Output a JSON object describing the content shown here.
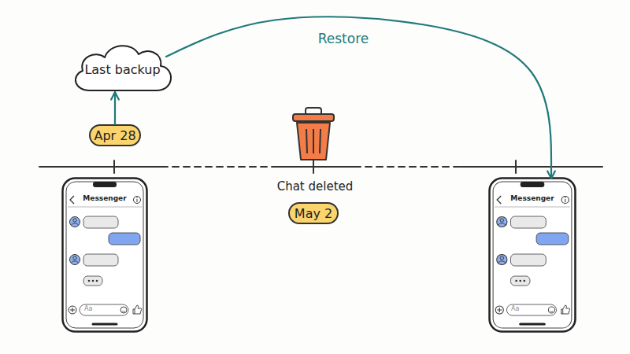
{
  "diagram": {
    "nodes": [
      {
        "text": [
          "Last backup"
        ]
      },
      {
        "text": [
          "Apr 28"
        ]
      },
      {
        "text": [
          "Messenger",
          "Aa"
        ]
      },
      {
        "text": [
          "May 2"
        ]
      },
      {
        "text": [
          "Messenger",
          "Aa"
        ]
      }
    ],
    "edges": [
      {
        "from": 1,
        "to": 0,
        "arrow": "to"
      },
      {
        "from": 0,
        "to": 4,
        "arrow": "to",
        "label": "Restore"
      }
    ],
    "labels": [
      "Chat deleted"
    ]
  }
}
